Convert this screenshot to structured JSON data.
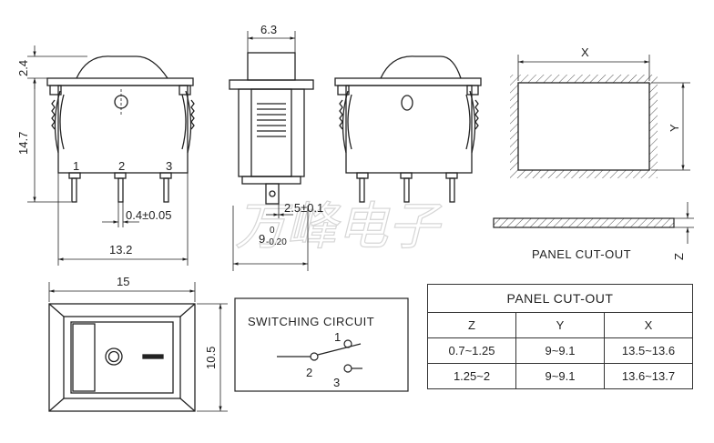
{
  "watermark": "万峰电子",
  "dimensions": {
    "top_width": "6.3",
    "actuator_height": "2.4",
    "body_height": "14.7",
    "pin_thickness": "0.4±0.05",
    "pin_offset": "2.5±0.1",
    "depth_main": "9",
    "depth_tol_upper": "0",
    "depth_tol_lower": "-0.20",
    "body_width": "13.2",
    "frame_width": "15",
    "frame_height": "10.5"
  },
  "pins": [
    "1",
    "2",
    "3"
  ],
  "cutout": {
    "x_label": "X",
    "y_label": "Y",
    "z_label": "Z",
    "title": "PANEL CUT-OUT"
  },
  "circuit": {
    "title": "SWITCHING CIRCUIT",
    "terminals": [
      "1",
      "2",
      "3"
    ]
  },
  "table": {
    "title": "PANEL CUT-OUT",
    "headers": [
      "Z",
      "Y",
      "X"
    ],
    "rows": [
      [
        "0.7~1.25",
        "9~9.1",
        "13.5~13.6"
      ],
      [
        "1.25~2",
        "9~9.1",
        "13.6~13.7"
      ]
    ]
  }
}
